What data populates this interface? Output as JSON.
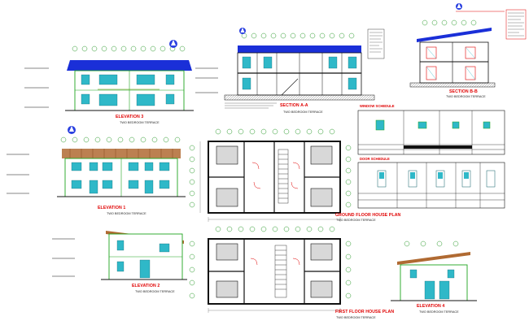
{
  "drawings": [
    {
      "id": "elev3",
      "title": "ELEVATION 3",
      "subtitle": "TWO BEDROOM TERRACE"
    },
    {
      "id": "secAA",
      "title": "SECTION A-A",
      "subtitle": "TWO BEDROOM TERRACE"
    },
    {
      "id": "secBB",
      "title": "SECTION B-B",
      "subtitle": "TWO BEDROOM TERRACE"
    },
    {
      "id": "elev1",
      "title": "ELEVATION 1",
      "subtitle": "TWO BEDROOM TERRACE"
    },
    {
      "id": "elev2",
      "title": "ELEVATION 2",
      "subtitle": "TWO BEDROOM TERRACE"
    },
    {
      "id": "elev4",
      "title": "ELEVATION 4",
      "subtitle": "TWO BEDROOM TERRACE"
    },
    {
      "id": "ground",
      "title": "GROUND FLOOR HOUSE PLAN",
      "subtitle": "TWO BEDROOM TERRACE"
    },
    {
      "id": "first",
      "title": "FIRST FLOOR HOUSE PLAN",
      "subtitle": "TWO BEDROOM TERRACE"
    }
  ],
  "schedules": {
    "window": {
      "title": "WINDOW SCHEDULE"
    },
    "door": {
      "title": "DOOR SCHEDULE"
    }
  },
  "colors": {
    "roof_blue": "#1a2fd8",
    "title_red": "#e00000",
    "glass_cyan": "#2fb8c8",
    "wall_green": "#1ea51e",
    "roof_brown": "#b06a32",
    "grid_green": "#2a9a2a",
    "north_blue": "#2a40e0"
  },
  "icons": [
    "north-arrow-icon"
  ]
}
